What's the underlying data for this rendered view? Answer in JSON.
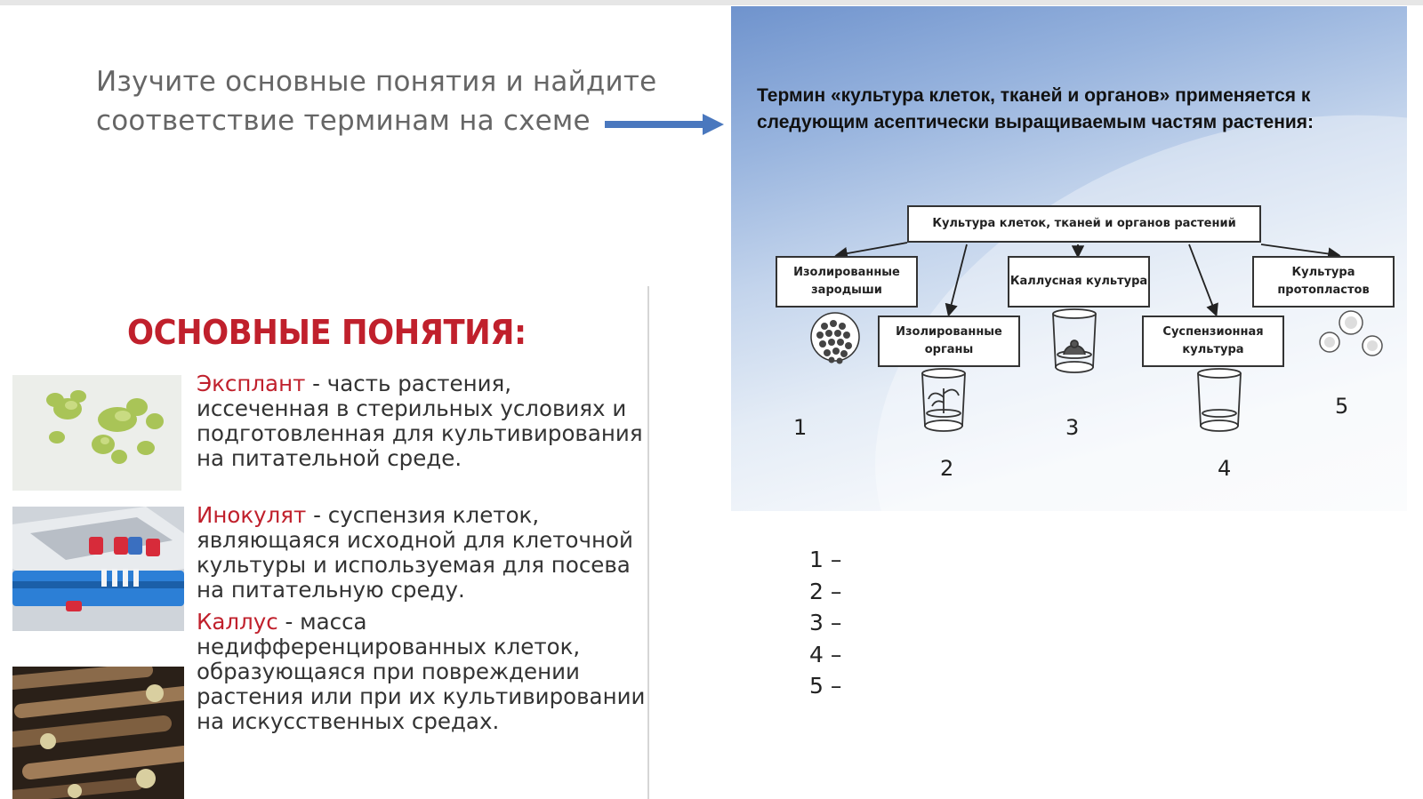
{
  "intro": {
    "line1": "Изучите основные понятия и найдите",
    "line2": "соответствие терминам на схеме"
  },
  "concepts": {
    "title": "ОСНОВНЫЕ ПОНЯТИЯ:",
    "items": [
      {
        "term": "Эксплант",
        "sep": " - ",
        "text": "часть растения, иссеченная в стерильных условиях и подготовленная для культивирования на питательной среде."
      },
      {
        "term": "Инокулят",
        "sep": " -  ",
        "text": "суспензия клеток, являющаяся исходной для клеточной культуры и используемая для посева на питательную среду."
      },
      {
        "term": "Каллус",
        "sep": " - ",
        "text": "масса недифференцированных клеток, образующаяся при повреждении растения или при их культивировании на искусственных средах."
      }
    ]
  },
  "diagram": {
    "heading": "Термин «культура клеток, тканей и органов» применяется к следующим асептически выращиваемым частям растения:",
    "root": "Культура клеток, тканей и органов растений",
    "boxes": {
      "embryos": "Изолированные зародыши",
      "organs": "Изолированные органы",
      "callus": "Каллусная культура",
      "suspension": "Суспензионная культура",
      "protoplast": "Культура протопластов"
    },
    "numbers": [
      "1",
      "2",
      "3",
      "4",
      "5"
    ]
  },
  "answers": [
    "1 –",
    "2 –",
    "3 –",
    "4 –",
    "5 –"
  ],
  "colors": {
    "accent": "#c0202c",
    "arrow": "#4a78be",
    "intro_text": "#666666"
  }
}
